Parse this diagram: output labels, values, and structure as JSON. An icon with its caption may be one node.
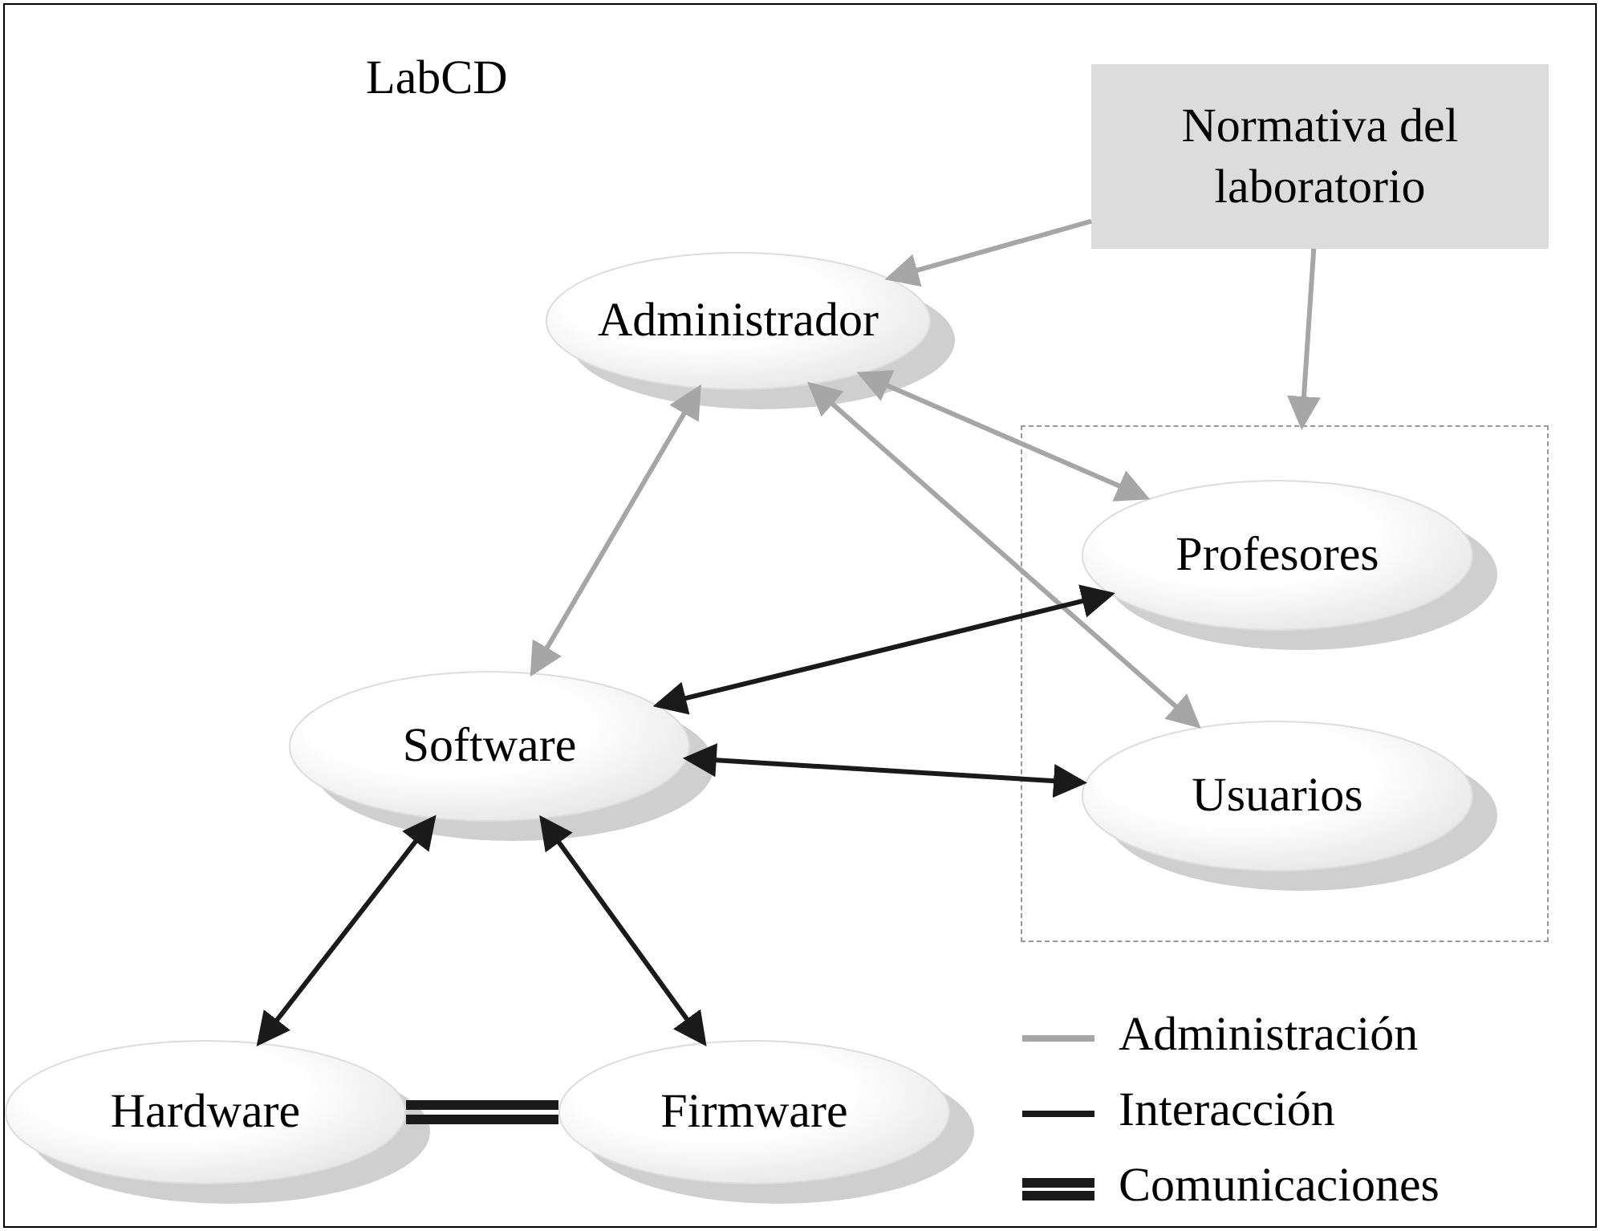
{
  "diagram": {
    "title": "LabCD",
    "nodes": [
      {
        "text": [
          "Normativa del laboratorio"
        ]
      },
      {
        "text": [
          "Administrador"
        ]
      },
      {
        "text": [],
        "shape": "box"
      },
      {
        "text": [
          "Profesores"
        ],
        "in": 2
      },
      {
        "text": [
          "Usuarios"
        ],
        "in": 2
      },
      {
        "text": [
          "Software"
        ]
      },
      {
        "text": [
          "Hardware"
        ]
      },
      {
        "text": [
          "Firmware"
        ]
      }
    ],
    "edges": [
      {
        "from": 0,
        "to": 1,
        "arrow": "to",
        "color": "#a6a6a6"
      },
      {
        "from": 0,
        "to": 2,
        "arrow": "to",
        "color": "#a6a6a6"
      },
      {
        "from": 1,
        "to": 5,
        "arrow": "both",
        "color": "#a6a6a6"
      },
      {
        "from": 1,
        "to": 3,
        "arrow": "both",
        "color": "#a6a6a6"
      },
      {
        "from": 1,
        "to": 4,
        "arrow": "both",
        "color": "#a6a6a6"
      },
      {
        "from": 5,
        "to": 3,
        "arrow": "both",
        "color": "#1a1a1a"
      },
      {
        "from": 5,
        "to": 4,
        "arrow": "both",
        "color": "#1a1a1a"
      },
      {
        "from": 5,
        "to": 6,
        "arrow": "both",
        "color": "#1a1a1a"
      },
      {
        "from": 5,
        "to": 7,
        "arrow": "both",
        "color": "#1a1a1a"
      },
      {
        "from": 6,
        "to": 7,
        "arrow": "none",
        "style": "thick",
        "color": "#1a1a1a"
      }
    ],
    "legend": [
      {
        "text": "Administración"
      },
      {
        "text": "Interacción"
      },
      {
        "text": "Comunicaciones"
      }
    ]
  }
}
